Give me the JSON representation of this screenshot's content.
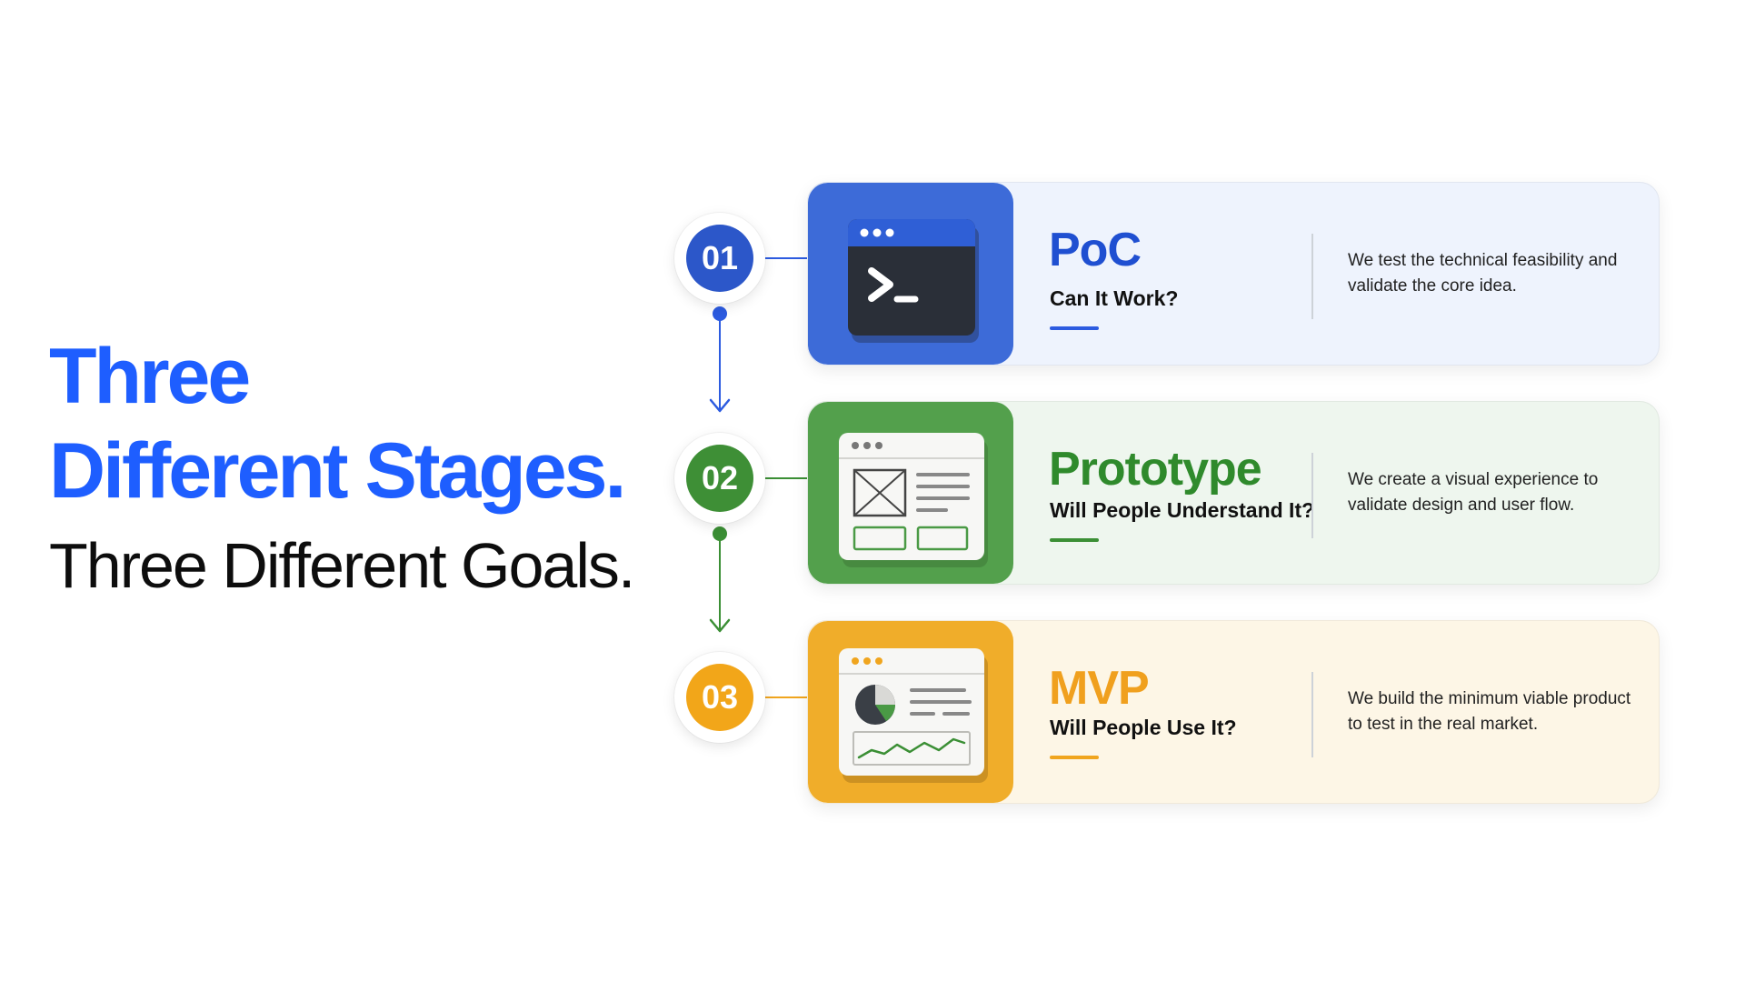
{
  "headline": {
    "line1": "Three",
    "line2": "Different Stages.",
    "line3": "Three Different Goals."
  },
  "colors": {
    "headline_accent": "#1e5eff",
    "poc": "#2c5be0",
    "prototype": "#3b8f35",
    "mvp": "#f0a51e"
  },
  "stages": [
    {
      "number": "01",
      "title": "PoC",
      "question": "Can It Work?",
      "description": "We test the technical feasibility and validate the core idea.",
      "icon": "terminal-window-icon"
    },
    {
      "number": "02",
      "title": "Prototype",
      "question": "Will People Understand It?",
      "description": "We create a visual experience to validate design and user flow.",
      "icon": "wireframe-window-icon"
    },
    {
      "number": "03",
      "title": "MVP",
      "question": "Will People Use It?",
      "description": "We build the minimum viable product to test in the real market.",
      "icon": "dashboard-window-icon"
    }
  ]
}
